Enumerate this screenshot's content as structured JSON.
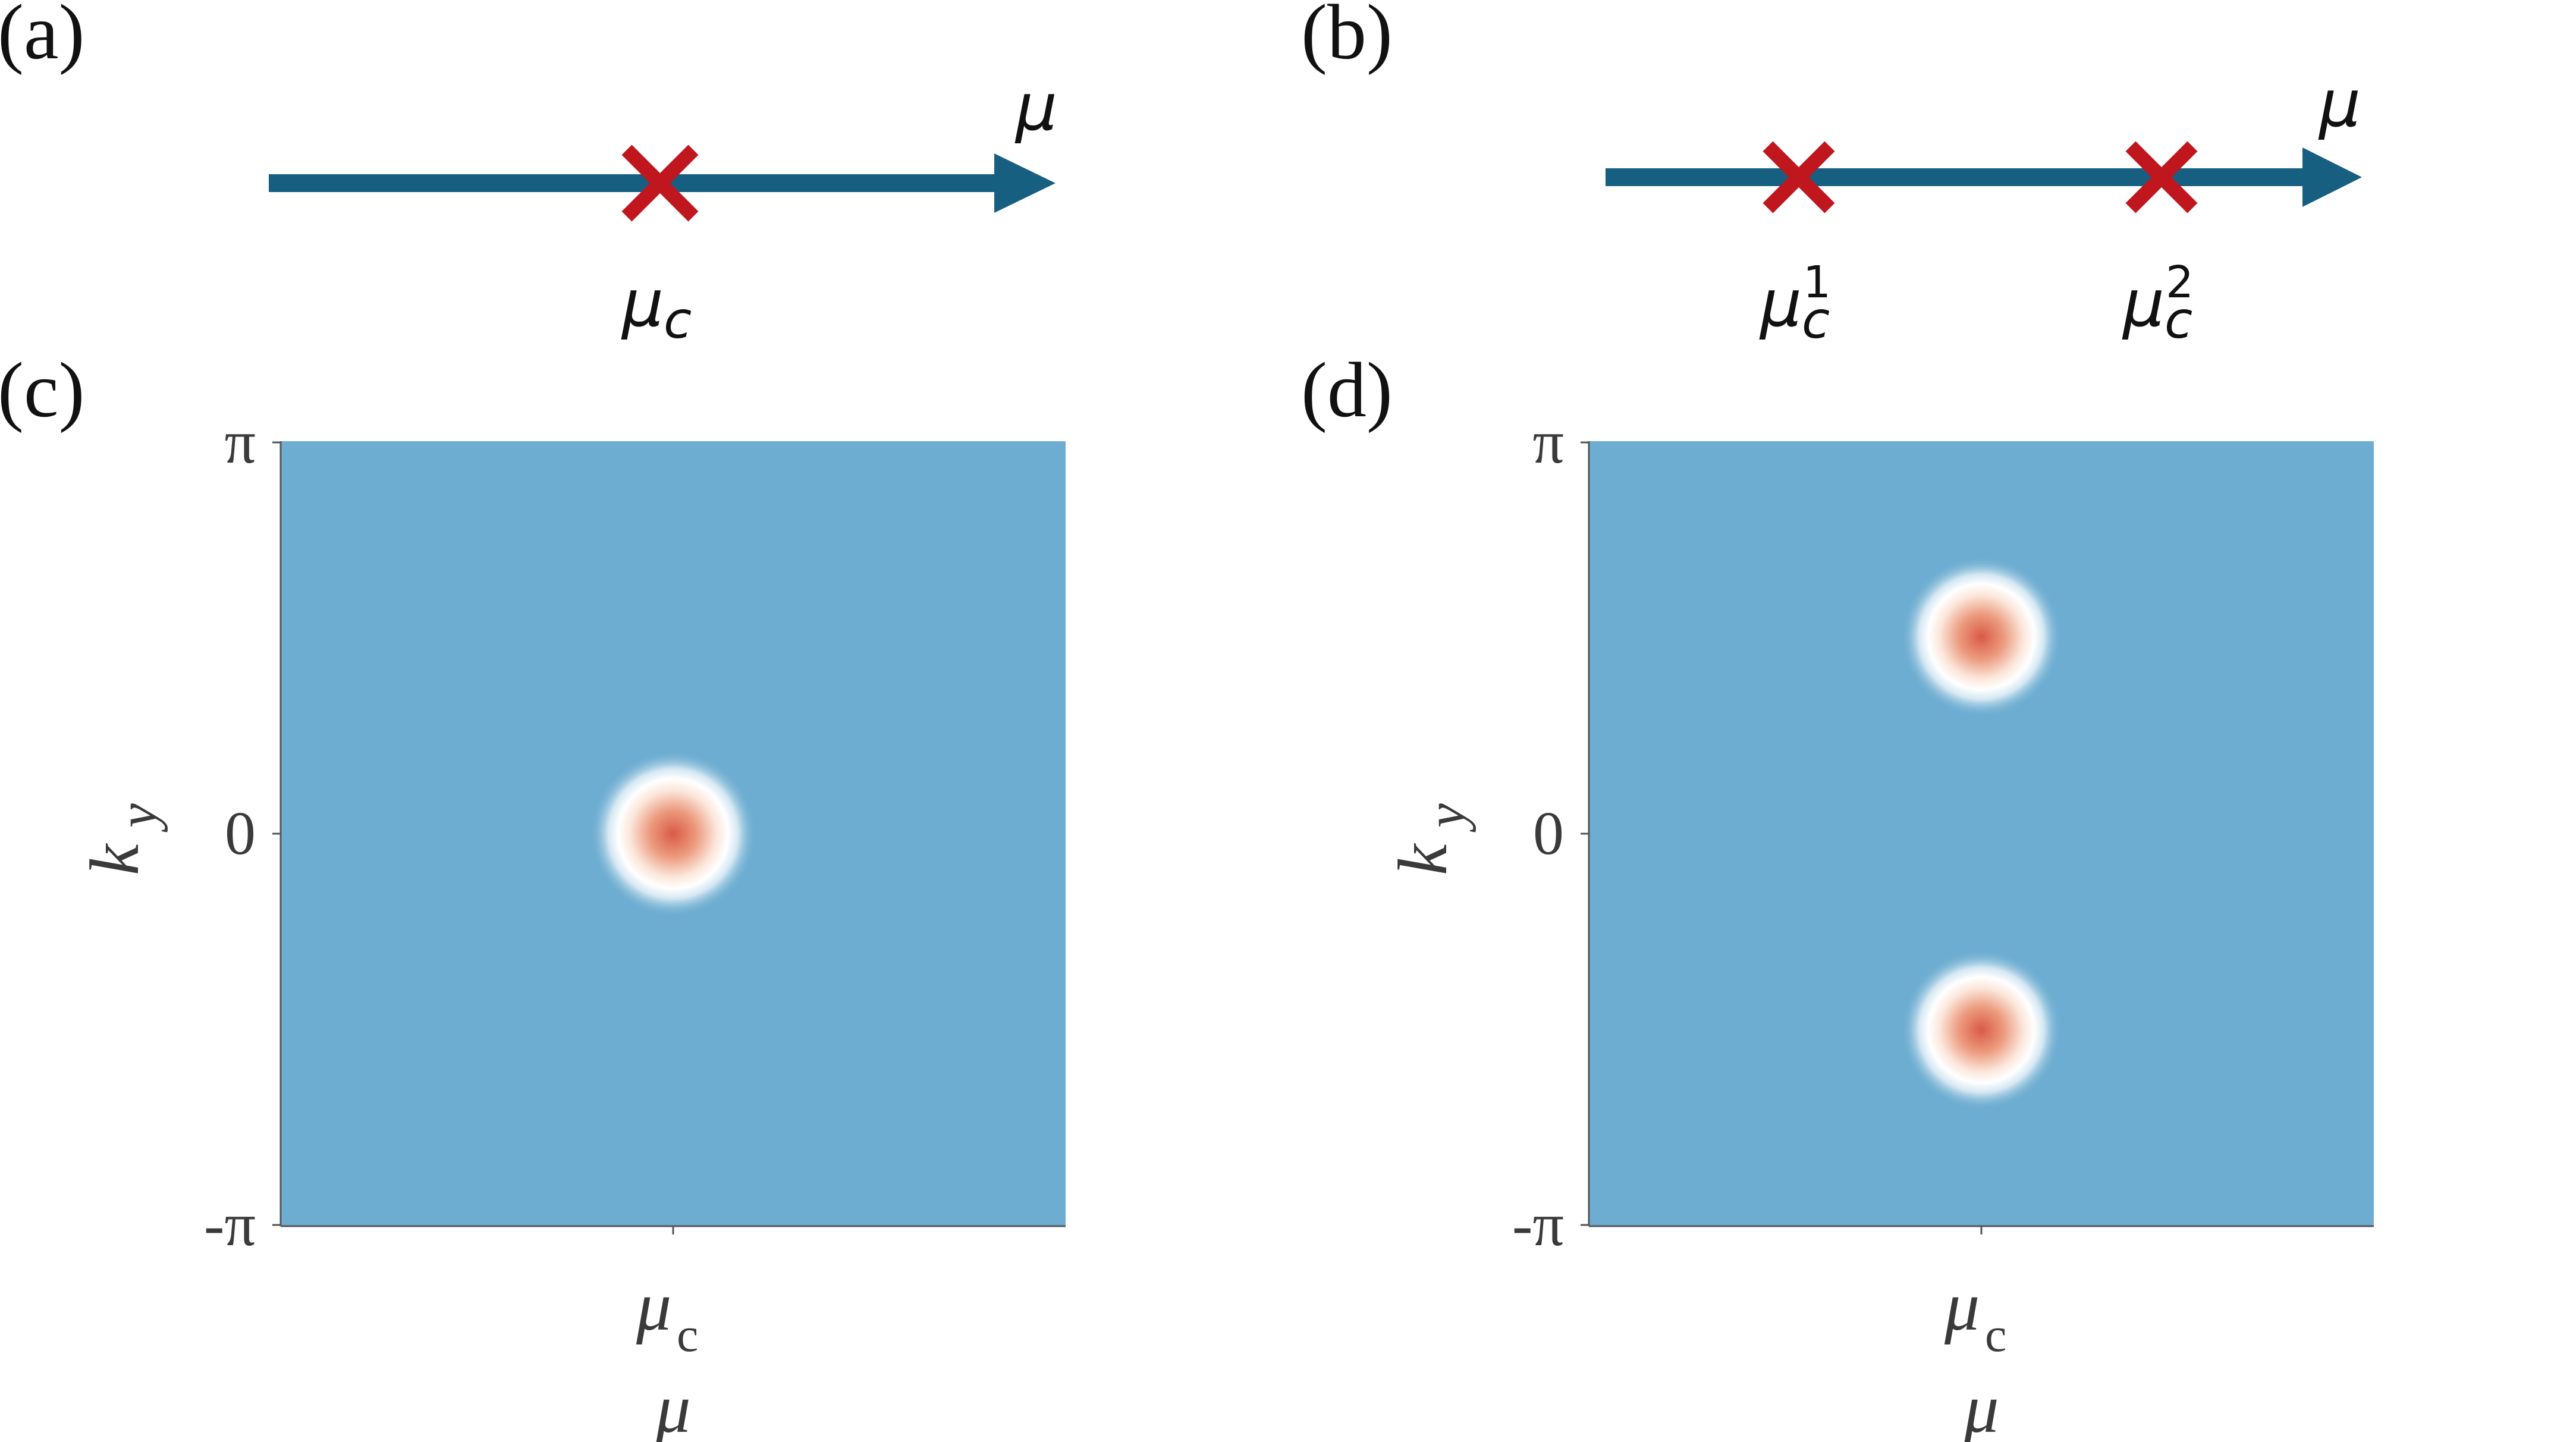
{
  "colors": {
    "arrow": "#175f80",
    "cross": "#c0171f",
    "background": "#6dadd1",
    "peak_center": "#d95a46",
    "peak_ring": "#ffffff",
    "axis": "#555555"
  },
  "panels": {
    "a": {
      "label": "(a)",
      "axis_label": "μ",
      "critical_points": [
        {
          "base": "μ",
          "sub": "c",
          "sup": ""
        }
      ]
    },
    "b": {
      "label": "(b)",
      "axis_label": "μ",
      "critical_points": [
        {
          "base": "μ",
          "sub": "c",
          "sup": "1"
        },
        {
          "base": "μ",
          "sub": "c",
          "sup": "2"
        }
      ]
    },
    "c": {
      "label": "(c)",
      "ylabel_base": "k",
      "ylabel_sub": "y",
      "yticks": [
        "π",
        "0",
        "-π"
      ],
      "xtick_base": "μ",
      "xtick_sub": "c",
      "xlabel": "μ",
      "peaks": [
        {
          "mu": "μc",
          "ky": 0
        }
      ]
    },
    "d": {
      "label": "(d)",
      "ylabel_base": "k",
      "ylabel_sub": "y",
      "yticks": [
        "π",
        "0",
        "-π"
      ],
      "xtick_base": "μ",
      "xtick_sub": "c",
      "xlabel": "μ",
      "peaks": [
        {
          "mu": "μc",
          "ky": 1.57
        },
        {
          "mu": "μc",
          "ky": -1.57
        }
      ]
    }
  }
}
